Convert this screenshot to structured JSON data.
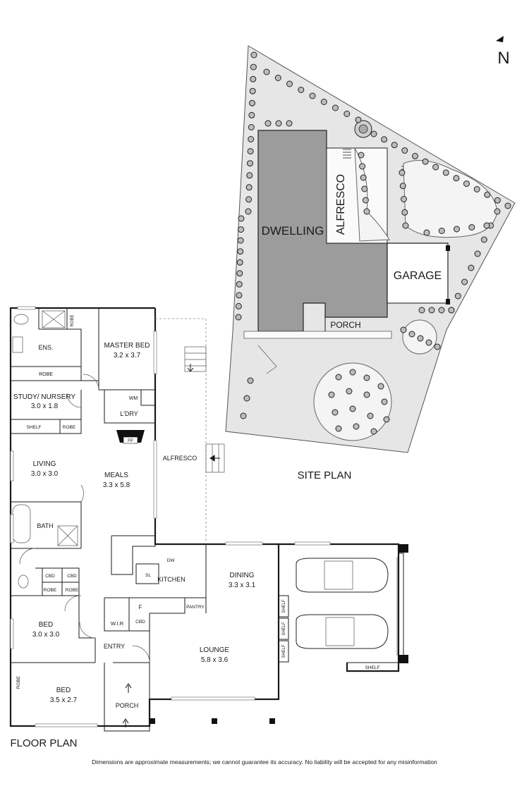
{
  "compass": {
    "letter": "N"
  },
  "site_plan": {
    "title": "SITE PLAN",
    "labels": {
      "dwelling": "DWELLING",
      "alfresco": "ALFRESCO",
      "garage": "GARAGE",
      "porch": "PORCH"
    }
  },
  "floor_plan": {
    "title": "FLOOR PLAN",
    "rooms": {
      "master_bed": {
        "name": "MASTER BED",
        "dims": "3.2 x 3.7"
      },
      "study": {
        "name": "STUDY/ NURSERY",
        "dims": "3.0 x 1.8"
      },
      "living": {
        "name": "LIVING",
        "dims": "3.0 x 3.0"
      },
      "meals": {
        "name": "MEALS",
        "dims": "3.3 x 5.8"
      },
      "dining": {
        "name": "DINING",
        "dims": "3.3 x 3.1"
      },
      "lounge": {
        "name": "LOUNGE",
        "dims": "5.8 x 3.6"
      },
      "bed2": {
        "name": "BED",
        "dims": "3.0 x 3.0"
      },
      "bed3": {
        "name": "BED",
        "dims": "3.5 x 2.7"
      }
    },
    "labels": {
      "ens": "ENS.",
      "robe_ens": "ROBE",
      "robe_master": "ROBE",
      "shelf_study": "SHELF",
      "robe_study": "ROBE",
      "wm": "WM",
      "ldry": "L'DRY",
      "fp": "FP",
      "alfresco": "ALFRESCO",
      "bath": "BATH",
      "cbd1": "CBD",
      "cbd2": "CBD",
      "robe_a": "ROBE",
      "robe_b": "ROBE",
      "dw": "DW",
      "sl": "SL",
      "kitchen": "KITCHEN",
      "wir": "W.I.R",
      "f": "F",
      "cbd3": "CBD",
      "pantry": "PANTRY",
      "entry": "ENTRY",
      "porch": "PORCH",
      "robe_bed3": "ROBE",
      "shelf_g1": "SHELF",
      "shelf_g2": "SHELF",
      "shelf_g3": "SHELF",
      "shelf_g4": "SHELF"
    }
  },
  "disclaimer": "Dimensions are approximate measurements; we cannot guarantee its accuracy. No liability will be accepted for any misinformation"
}
